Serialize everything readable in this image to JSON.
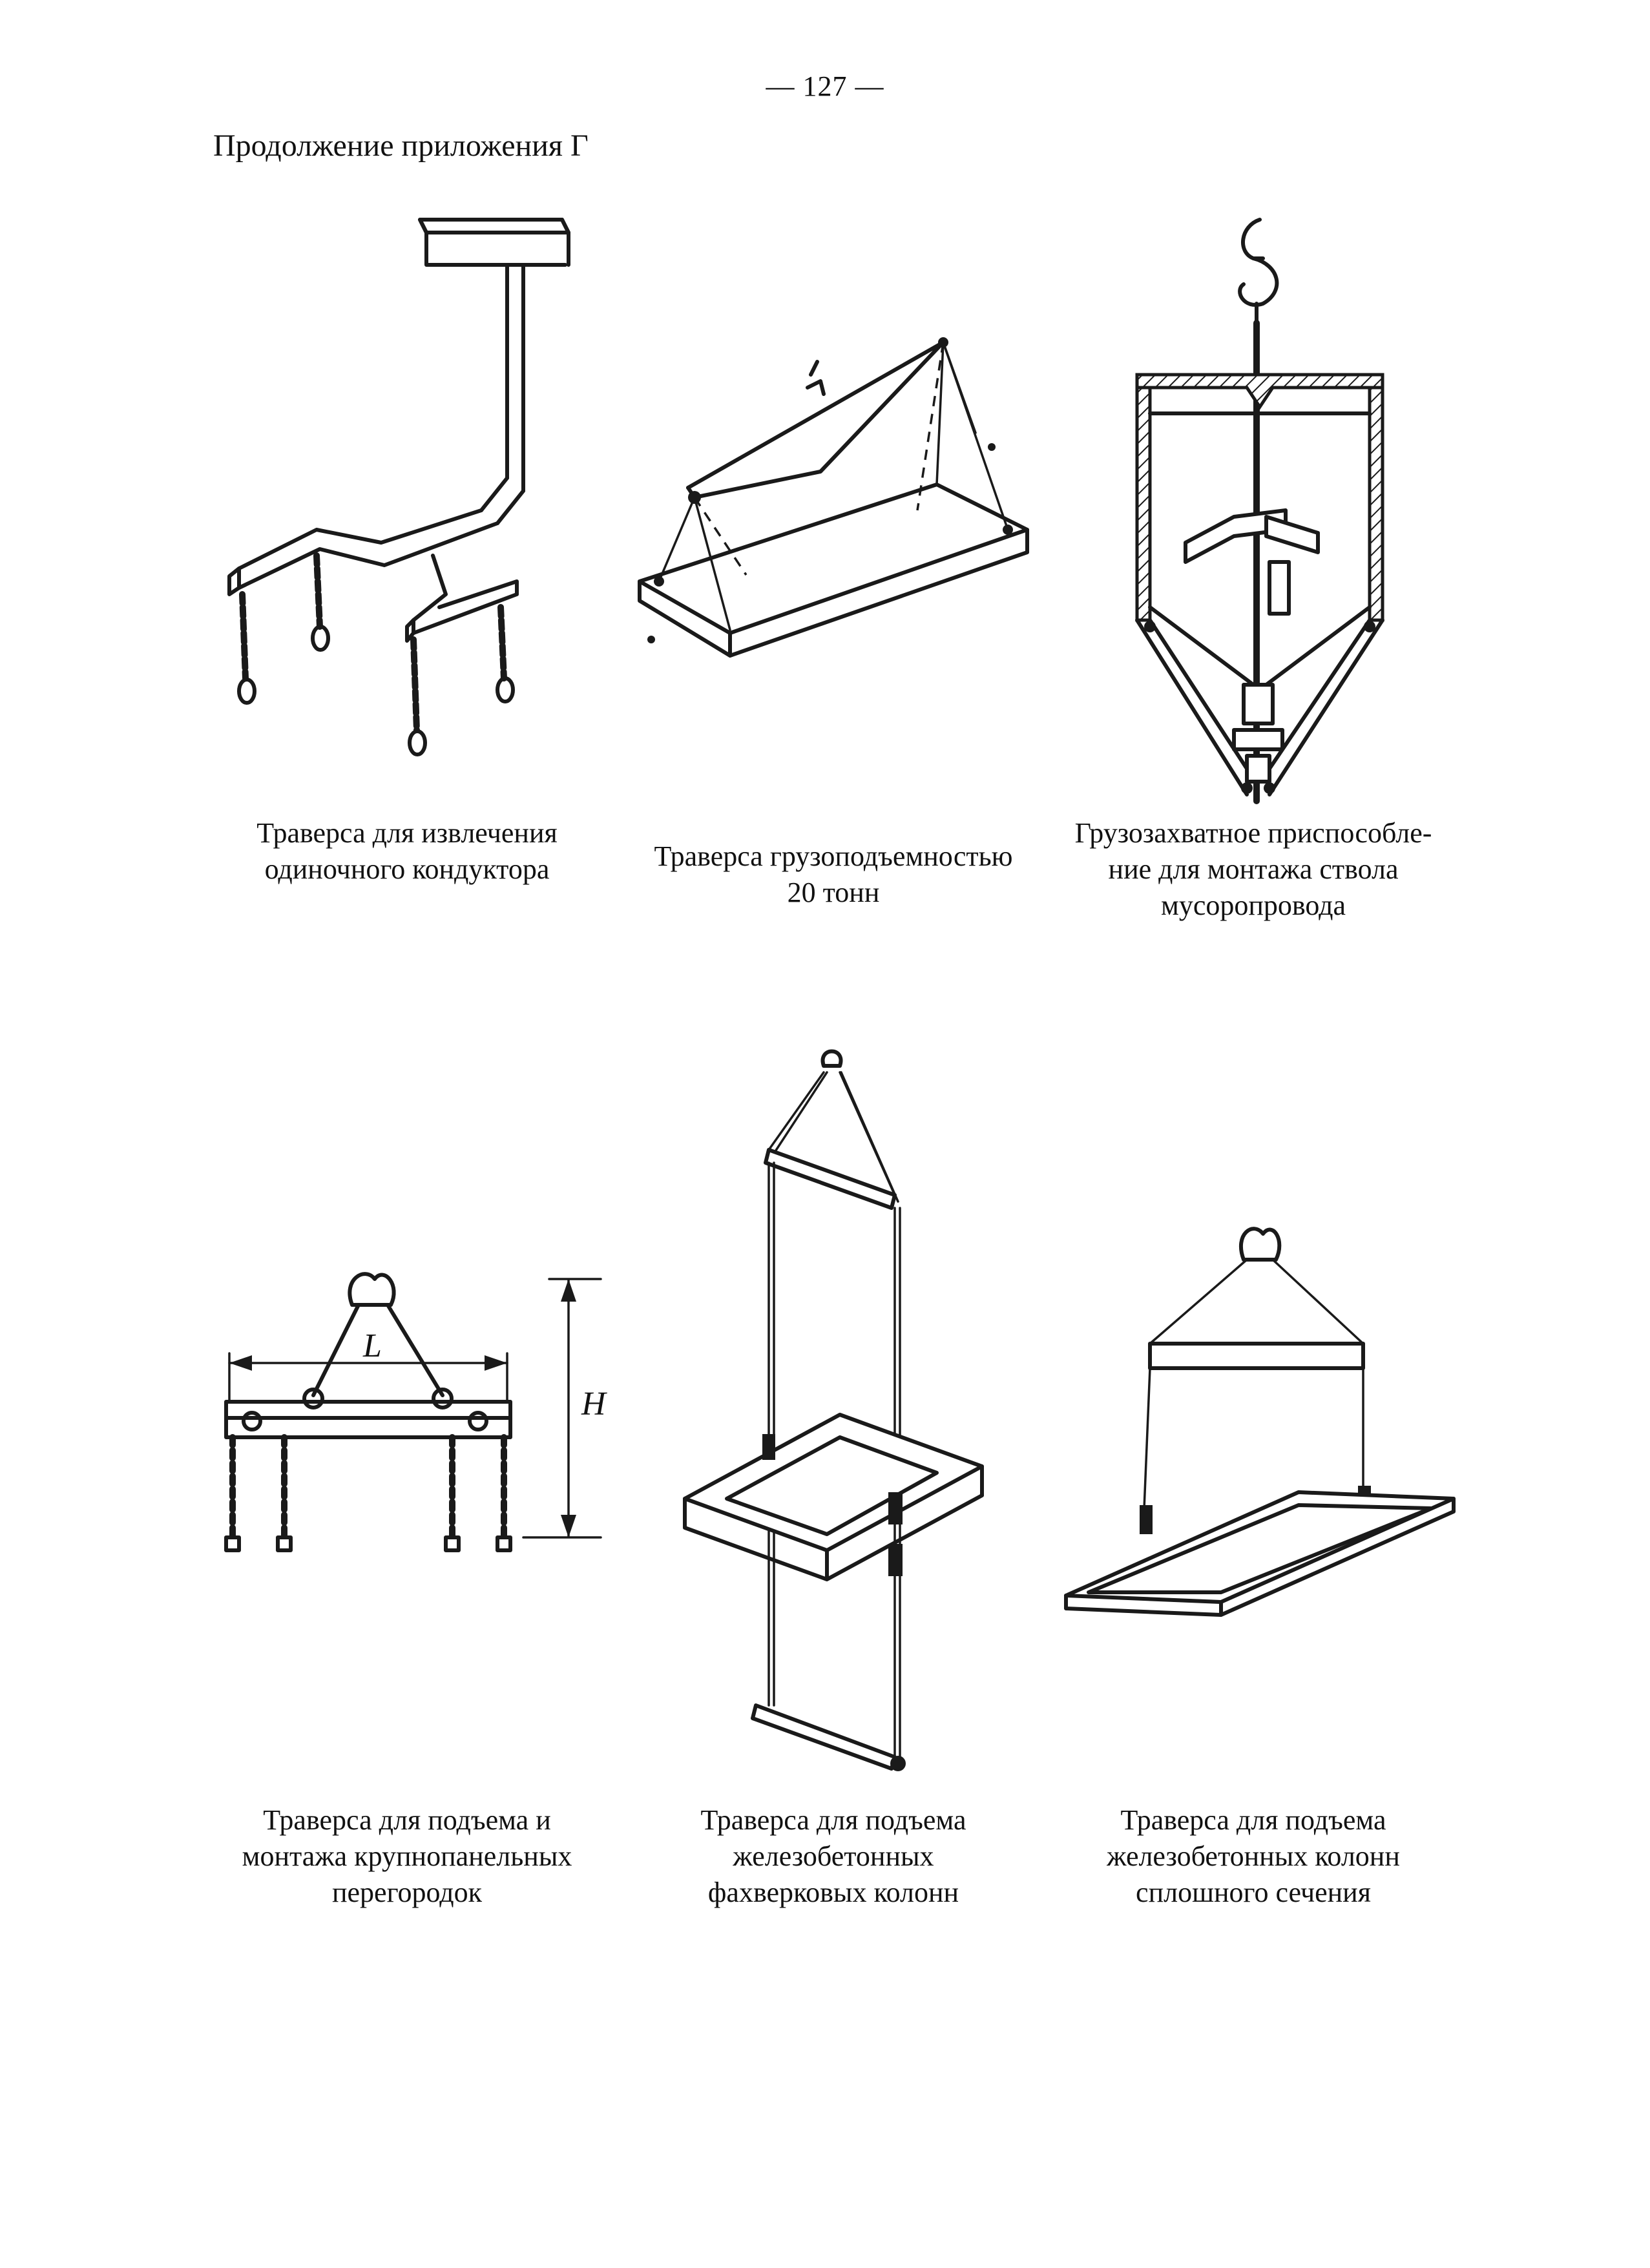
{
  "header": {
    "page_number": "— 127 —",
    "appendix_title": "Продолжение приложения Г"
  },
  "figures": [
    {
      "caption_lines": [
        "Траверса для извлечения",
        "одиночного кондуктора"
      ]
    },
    {
      "caption_lines": [
        "Траверса грузоподъемностью",
        "20 тонн"
      ]
    },
    {
      "caption_lines": [
        "Грузозахватное приспособле-",
        "ние для монтажа ствола",
        "мусоропровода"
      ]
    },
    {
      "caption_lines": [
        "Траверса для подъема и",
        "монтажа крупнопанельных",
        "перегородок"
      ],
      "dimension_labels": {
        "length": "L",
        "height": "H"
      }
    },
    {
      "caption_lines": [
        "Траверса для подъема",
        "железобетонных",
        "фахверковых колонн"
      ]
    },
    {
      "caption_lines": [
        "Траверса для подъема",
        "железобетонных колонн",
        "сплошного сечения"
      ]
    }
  ]
}
